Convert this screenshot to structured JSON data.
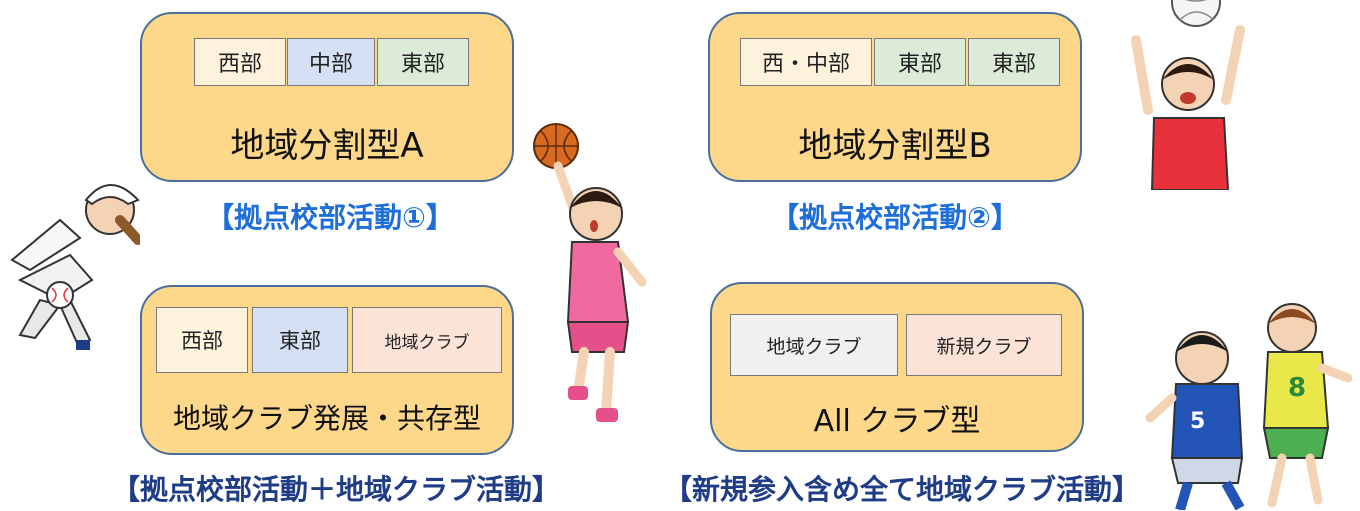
{
  "models": [
    {
      "title": "地域分割型A",
      "caption": "【拠点校部活動①】",
      "tags": [
        "西部",
        "中部",
        "東部"
      ]
    },
    {
      "title": "地域分割型B",
      "caption": "【拠点校部活動②】",
      "tags": [
        "西・中部",
        "東部",
        "東部"
      ]
    },
    {
      "title": "地域クラブ発展・共存型",
      "caption": "【拠点校部活動＋地域クラブ活動】",
      "tags": [
        "西部",
        "東部",
        "地域クラブ"
      ]
    },
    {
      "title": "All クラブ型",
      "caption": "【新規参入含め全て地域クラブ活動】",
      "tags": [
        "地域クラブ",
        "新規クラブ"
      ]
    }
  ],
  "colors": {
    "card_fill": "#fdd88a",
    "card_border": "#4a6f9c",
    "tag_cream": "#fdf3dc",
    "tag_blue": "#d6e0f5",
    "tag_green": "#dcebd8",
    "tag_peach": "#fce3d8",
    "tag_gray": "#f0f0f0",
    "caption_blue": "#1e6fd9",
    "caption_navy": "#1f3c86"
  },
  "illustrations": [
    "baseball-pitcher-icon",
    "basketball-player-icon",
    "volleyball-player-icon",
    "soccer-players-icon"
  ]
}
